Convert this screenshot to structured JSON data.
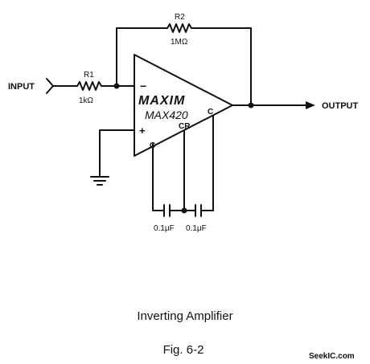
{
  "labels": {
    "input": "INPUT",
    "output": "OUTPUT",
    "r1_name": "R1",
    "r1_value": "1kΩ",
    "r2_name": "R2",
    "r2_value": "1MΩ",
    "brand": "MAXIM",
    "part": "MAX420",
    "minus": "−",
    "plus": "+",
    "pin_c_left": "C",
    "pin_cr": "CR",
    "pin_c_right": "C",
    "cap1_value": "0.1μF",
    "cap2_value": "0.1μF"
  },
  "caption": {
    "title": "Inverting Amplifier",
    "figure": "Fig. 6-2"
  },
  "watermark": "SeekIC.com",
  "colors": {
    "ink": "#111111",
    "background": "#ffffff"
  }
}
